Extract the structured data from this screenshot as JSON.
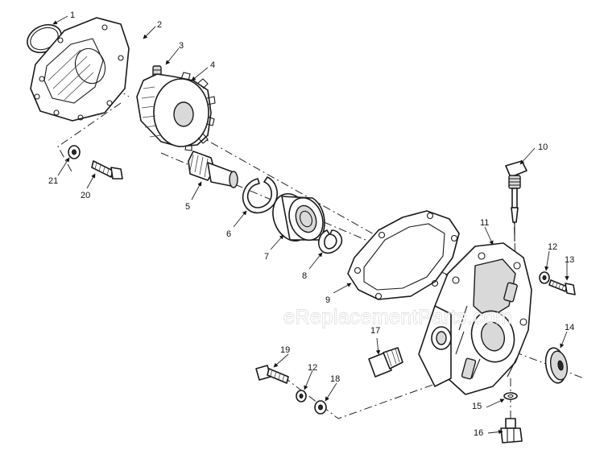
{
  "watermark": "eReplacementParts.com",
  "colors": {
    "line": "#1a1a1a",
    "fill": "#ffffff",
    "shade": "#d9d9d9",
    "watermark": "#b9b9b9"
  },
  "callouts": [
    "1",
    "2",
    "3",
    "4",
    "5",
    "6",
    "7",
    "8",
    "9",
    "10",
    "11",
    "12",
    "13",
    "14",
    "15",
    "16",
    "17",
    "18",
    "19",
    "20",
    "21",
    "12"
  ]
}
